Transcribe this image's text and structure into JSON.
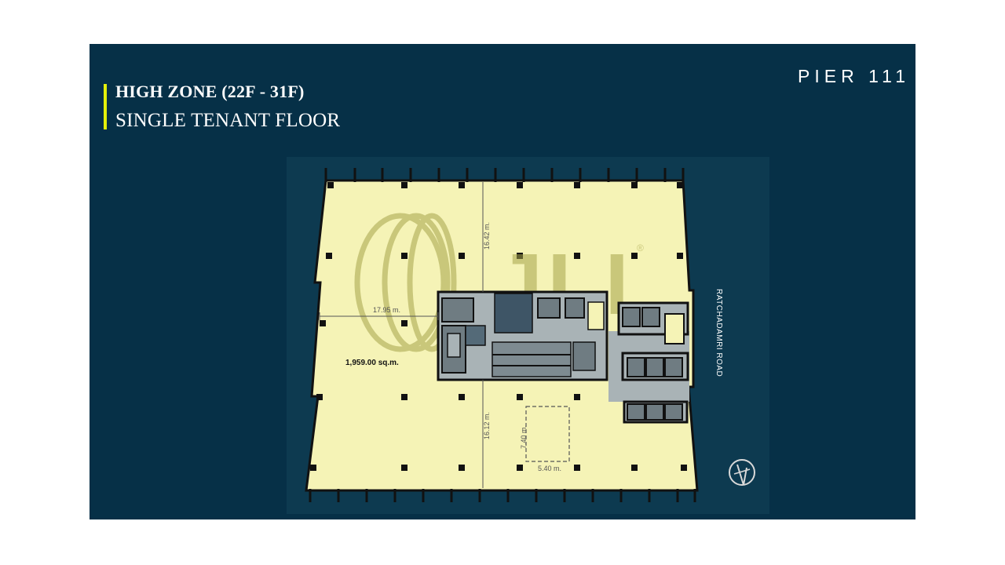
{
  "header": {
    "zone": "HIGH ZONE (22F - 31F)",
    "floor_type": "SINGLE TENANT FLOOR",
    "brand": "PIER 111"
  },
  "plan": {
    "area": "1,959.00 sq.m.",
    "road": "RATCHADAMRI ROAD",
    "dim_top_depth": "16.42 m.",
    "dim_left_width": "17.95 m.",
    "dim_bottom_depth": "16.12 m.",
    "dim_box_height": "7.40 m.",
    "dim_box_width": "5.40 m.",
    "watermark": "JLL",
    "watermark_mark": "®"
  },
  "colors": {
    "background": "#063047",
    "accent": "#E4F00A",
    "floor": "#F5F3B6",
    "core": "#A9B3B6"
  }
}
